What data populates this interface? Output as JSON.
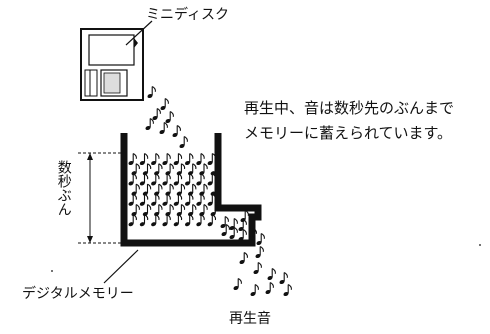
{
  "labels": {
    "minidisc": "ミニディスク",
    "depth": "数秒ぶん",
    "memory": "デジタルメモリー",
    "playback": "再生音"
  },
  "description": {
    "line1": "再生中、音は数秒先のぶんまで",
    "line2": "メモリーに蓄えられています。"
  },
  "icons": {
    "note": "eighth-note-icon",
    "disc": "minidisc-icon",
    "buffer": "memory-buffer-icon"
  },
  "colors": {
    "ink": "#111111",
    "background": "#ffffff"
  }
}
